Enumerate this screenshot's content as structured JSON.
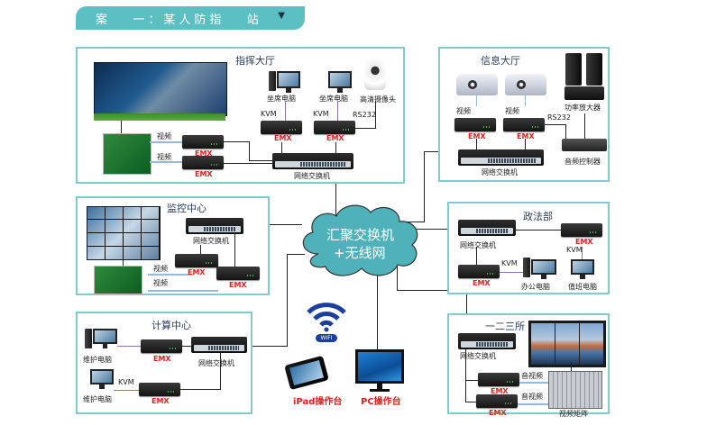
{
  "header": {
    "title": "案   一：某人防指   站",
    "dropdown_icon": "triangle-down-icon"
  },
  "colors": {
    "accent": "#5cbfc4",
    "zone_border": "#7fcbcd",
    "emx_label": "#e02020",
    "cloud": "#4fb2bb",
    "wifi": "#1a3f9c"
  },
  "core": {
    "label_line1": "汇聚交换机",
    "label_line2": "+无线网"
  },
  "zones": {
    "command_hall": {
      "title": "指挥大厅",
      "video1": "视频",
      "video2": "视频",
      "emx1": "EMX",
      "emx2": "EMX",
      "emx3": "EMX",
      "emx4": "EMX",
      "seat_pc1": "坐席电脑",
      "seat_pc2": "坐席电脑",
      "camera": "高清摄像头",
      "kvm1": "KVM",
      "kvm2": "KVM",
      "rs232": "RS232",
      "switch": "网络交换机"
    },
    "info_hall": {
      "title": "信息大厅",
      "video1": "视频",
      "video2": "视频",
      "emx1": "EMX",
      "emx2": "EMX",
      "rs232": "RS232",
      "amplifier": "功率放大器",
      "audio_controller": "音频控制器",
      "switch": "网络交换机"
    },
    "monitor_center": {
      "title": "监控中心",
      "video1": "视频",
      "video2": "视频",
      "emx1": "EMX",
      "emx2": "EMX",
      "switch": "网络交换机"
    },
    "law_dept": {
      "title": "政法部",
      "switch": "网络交换机",
      "emx1": "EMX",
      "emx2": "EMX",
      "kvm1": "KVM",
      "kvm2": "KVM",
      "office_pc": "办公电脑",
      "duty_pc": "值班电脑"
    },
    "compute_center": {
      "title": "计算中心",
      "maint_pc1": "维护电脑",
      "maint_pc2": "维护电脑",
      "emx1": "EMX",
      "emx2": "EMX",
      "kvm": "KVM",
      "switch": "网络交换机"
    },
    "institute": {
      "title": "一二三所",
      "switch": "网络交换机",
      "av1": "音视频",
      "av2": "音视频",
      "emx1": "EMX",
      "emx2": "EMX",
      "matrix": "视频矩阵"
    }
  },
  "terminals": {
    "wifi_badge": "WIFI",
    "ipad": "iPad操作台",
    "pc": "PC操作台"
  }
}
